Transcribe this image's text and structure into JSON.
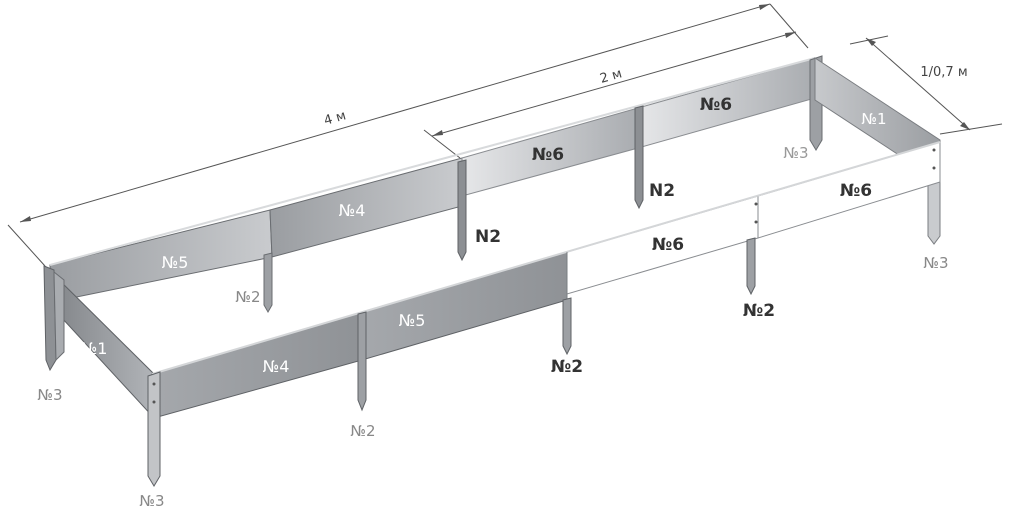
{
  "dimensions": {
    "length": "4 м",
    "half_length": "2 м",
    "width": "1/0,7 м"
  },
  "parts": {
    "p1_left": "№1",
    "p1_right": "№1",
    "p3_front_left_outer": "№3",
    "p3_front_left_bottom": "№3",
    "p3_back_right": "№3",
    "p3_front_right": "№3",
    "p2_front_a": "№2",
    "p2_front_b": "№2",
    "p2_front_c": "№2",
    "p2_back_left": "№2",
    "p2_back_mid": "N2",
    "p2_back_right": "N2",
    "p4_front": "№4",
    "p4_back": "№4",
    "p5_front": "№5",
    "p5_back": "№5",
    "p6_front_mid": "№6",
    "p6_front_right": "№6",
    "p6_back_mid": "№6",
    "p6_back_right": "№6"
  },
  "colors": {
    "steel_dark": "#8e9195",
    "steel_mid": "#b6b9bd",
    "steel_light": "#dcdee0",
    "panel_white": "#ffffff",
    "outline": "#5f6266",
    "label_light": "#ffffff",
    "label_dark": "#333333",
    "dim_line": "#555555"
  }
}
